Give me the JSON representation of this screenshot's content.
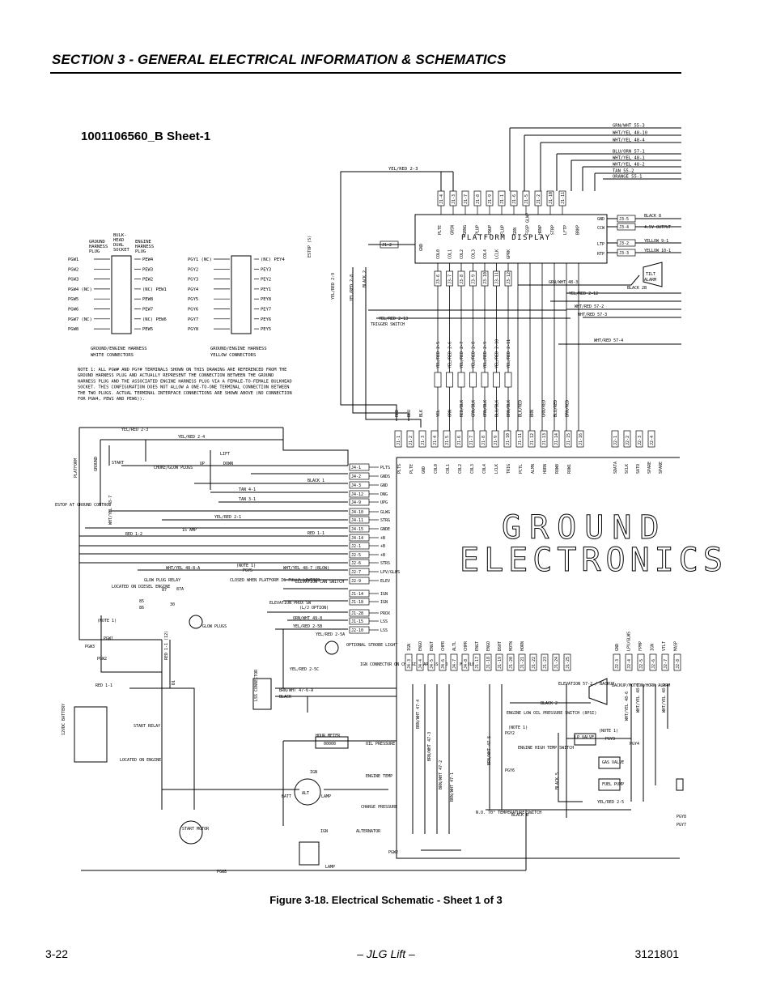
{
  "header": {
    "section_title": "SECTION 3 - GENERAL ELECTRICAL INFORMATION & SCHEMATICS"
  },
  "sheet_label": "1001106560_B Sheet-1",
  "caption": "Figure 3-18.  Electrical Schematic - Sheet 1 of 3",
  "footer": {
    "page_number": "3-22",
    "brand": "– JLG Lift –",
    "doc_number": "3121801"
  },
  "diagram": {
    "big_title_1": "GROUND",
    "big_title_2": "ELECTRONICS",
    "platform_display": "PLATFORM DISPLAY",
    "harness_white": {
      "head": [
        "GROUND",
        "BULK-",
        "ENGINE"
      ],
      "head2": [
        "HARNESS",
        "HEAD",
        "HARNESS"
      ],
      "head3": [
        "PLUG",
        "DUAL",
        "PLUG"
      ],
      "head4": "SOCKET",
      "left": [
        "PGW1",
        "PGW2",
        "PGW3",
        "PGW4 (NC)",
        "PGW5",
        "PGW6",
        "PGW7 (NC)",
        "PGW8"
      ],
      "right": [
        "PEW4",
        "PEW3",
        "PEW2",
        "(NC) PEW1",
        "PEW8",
        "PEW7",
        "(NC) PEW6",
        "PEW5"
      ],
      "caption1": "GROUND/ENGINE HARNESS",
      "caption2": "WHITE CONNECTORS"
    },
    "harness_yellow": {
      "left": [
        "PGY1 (NC)",
        "PGY2",
        "PGY3",
        "PGY4",
        "PGY5",
        "PGY6",
        "PGY7",
        "PGY8"
      ],
      "right": [
        "(NC) PEY4",
        "PEY3",
        "PEY2",
        "PEY1",
        "PEY8",
        "PEY7",
        "PEY6",
        "PEY5"
      ],
      "caption1": "GROUND/ENGINE HARNESS",
      "caption2": "YELLOW CONNECTORS"
    },
    "note_lines": [
      "NOTE 1: ALL PGW# AND PGY# TERMINALS SHOWN ON THIS DRAWING ARE REFERENCED FROM THE",
      "GROUND HARNESS PLUG AND ACTUALLY REPRESENT THE CONNECTION BETWEEN THE GROUND",
      "HARNESS PLUG AND THE ASSOCIATED ENGINE HARNESS PLUG VIA A FEMALE-TO-FEMALE BULKHEAD",
      "SOCKET. THIS CONFIGURATION DOES NOT ALLOW A ONE-TO-ONE TERMINAL CONNECTION BETWEEN",
      "THE TWO PLUGS. ACTUAL TERMINAL INTERFACE CONNECTIONS ARE SHOWN ABOVE (NO CONNECTION",
      "FOR PGW4, PEW1 AND PEW6))."
    ],
    "top_wires": [
      "GRN/WHT 55-3",
      "WHT/YEL 48-10",
      "WHT/YEL 48-4",
      "BLU/ORN 57-1",
      "WHT/YEL 48-1",
      "WHT/YEL 48-2",
      "TAN 55-2",
      "ORANGE 55-1"
    ],
    "top_conn": [
      "J1-4",
      "J1-3",
      "J1-7",
      "J1-8",
      "J1-9",
      "J1-1",
      "J1-6",
      "J1-5",
      "J1-2",
      "J1-10",
      "J1-11"
    ],
    "top_pins": [
      "PLTE",
      "GRSN",
      "GRNG",
      "PLUP",
      "PDUP",
      "FLUP",
      "GRN",
      "FGSP GLWP",
      "HRNP",
      "STRP",
      "LFTP",
      "BRKP"
    ],
    "right_pins": [
      "GND",
      "CCW",
      "LTP",
      "RTP"
    ],
    "right_conn": [
      "J3-5",
      "J3-4",
      "J3-2",
      "J3-3"
    ],
    "right_wires": [
      "BLACK 8",
      "4.5V OUTPUT",
      "YELLOW 9-1",
      "YELLOW 10-1"
    ],
    "col_pins": [
      "COL0",
      "COL1",
      "COL2",
      "COL3",
      "COL4",
      "LCLK",
      "GPRK"
    ],
    "col_conn": [
      "J3-6",
      "J3-7",
      "J3-8",
      "J3-9",
      "J3-10",
      "J3-11",
      "J3-12"
    ],
    "col_wires": [
      "YEL/RED 2-5",
      "YEL/RED 2-6",
      "YEL/RED 2-7",
      "YEL/RED 2-8",
      "YEL/RED 2-9",
      "YEL/RED 2-10",
      "YEL/RED 2-11"
    ],
    "mid_wires": [
      "GRN/WHT 48-3",
      "YEL/RED 2-12",
      "WHT/RED 57-2",
      "WHT/RED 57-3",
      "WHT/RED 57-4"
    ],
    "tilt_alarm": [
      "TILT",
      "ALARM"
    ],
    "black_2b": "BLACK 2B",
    "vertical_mid": [
      "RED",
      "BLU",
      "BLK",
      "YEL",
      "ORN",
      "RED/BLK",
      "GRN/BLK",
      "ORN/BLK",
      "BLU/BLK",
      "BRN/BLK",
      "BLK/RED",
      "BRN",
      "GRN/RED",
      "BLU/RED",
      "BRN/RED"
    ],
    "ge_conn_top": [
      "J1-1",
      "J1-2",
      "J1-3",
      "J1-4",
      "J1-5",
      "J1-6",
      "J1-7",
      "J1-8",
      "J1-9",
      "J1-10",
      "J1-11",
      "J1-12",
      "J1-13",
      "J1-14",
      "J1-15",
      "J1-16"
    ],
    "ge_pins_top": [
      "PLTS",
      "PLTE",
      "GND",
      "COL0",
      "COL1",
      "COL2",
      "COL3",
      "COL4",
      "LCLK",
      "TRIG",
      "PCTL",
      "ALMN",
      "HORN",
      "ROW0",
      "ROW1"
    ],
    "ge_right_conn": [
      "J2-1",
      "J2-2",
      "J2-3",
      "J2-4"
    ],
    "ge_right_pins": [
      "SDATA",
      "SCLK",
      "SATO",
      "SPARE",
      "SPARE"
    ],
    "left_conn": [
      "J4-1",
      "J4-2",
      "J4-3",
      "J4-12",
      "J4-9",
      "J4-10",
      "J4-11",
      "J4-15",
      "J4-14",
      "J2-1",
      "J2-5",
      "J2-6",
      "J2-7",
      "J2-9",
      "J1-14",
      "J1-18",
      "J1-28",
      "J1-15",
      "J2-10",
      "J2-8"
    ],
    "left_pins": [
      "PLTS",
      "GNDS",
      "GND",
      "DNG",
      "UPG",
      "GLWG",
      "STRG",
      "GNDE",
      "+B",
      "+B",
      "+B",
      "STRS",
      "LPV/GLWS",
      "ELEV",
      "IGN",
      "IGN",
      "PROX",
      "LSS",
      "LSS"
    ],
    "left_wires": [
      "YEL/RED 2-3",
      "YEL/RED 2-4",
      "BLACK 1",
      "TAN 4-1",
      "TAN 3-1",
      "YEL/RED 2-1",
      "RED 1-2",
      "15 AMP",
      "RED 1-1",
      "WHT/YEL 48-8-A",
      "WHT/YEL 48-7 (BLOW)",
      "YEL/RED 2-5B",
      "ORN/WHT 49-8",
      "BRN/WHT 47-6-A",
      "BLACK"
    ],
    "left_labels": [
      "PLATFORM",
      "GROUND",
      "START",
      "CHOKE/GLOW PLUGS",
      "LIFT",
      "UP",
      "DOWN",
      "ESTOP AT GROUND CONTROL",
      "WHT/YEL 48-7",
      "ESTOP (S)",
      "YEL/RED 2-9",
      "BLACK 2",
      "YEL/RED 2-8",
      "YEL/RED 2-13",
      "TRIGGER SWITCH"
    ],
    "engine_labels": [
      "LOCATED ON DIESEL ENGINE",
      "GLOW PLUG RELAY",
      "86",
      "87A",
      "87",
      "30",
      "85",
      "GLOW PLUGS",
      "RED 1-1 (12)",
      "(NOTE 1)",
      "PGW1",
      "PGW2",
      "PGW3",
      "RED 1-1",
      "D1",
      "12VDC BATTERY",
      "START RELAY",
      "LOCATED ON ENGINE",
      "START MOTOR",
      "ALT",
      "BATT",
      "IGN",
      "LAMP",
      "LSS CONNECTOR"
    ],
    "mid_labels": [
      "(NOTE 1)",
      "PGY5",
      "CLOSED WHEN PLATFORM IS FULLY LOWERED",
      "ELEVATION CAN SWITCH",
      "ELEVATION PROX SW",
      "(L/J OPTION)",
      "OPTIONAL STROBE LIGHT",
      "IGN CONNECTOR ON CHASSIS HARNESS: TO I/O MODULE",
      "YEL/RED 2-5C",
      "YEL/RED 2-5A",
      "HOUR METER",
      "00000",
      "OIL PRESSURE",
      "ENGINE TEMP",
      "CHARGE PRESSURE",
      "ALTERNATOR",
      "PGW2",
      "LAMP",
      "IGN",
      "PGW8"
    ],
    "bottom_conn": [
      "J4-3",
      "J4-4",
      "J4-5",
      "J4-6",
      "J4-7",
      "J4-8",
      "J1-17",
      "J1-18",
      "J1-19",
      "J1-20",
      "J1-21",
      "J1-22",
      "J1-23",
      "J1-24",
      "J1-25"
    ],
    "bottom_pins": [
      "IGN",
      "ENGO",
      "ENGT",
      "CHPR",
      "ALTL",
      "CHPR",
      "ENGT",
      "ENGO",
      "DSHT",
      "MOTN",
      "HORN"
    ],
    "bottom_conn_right": [
      "J2-3",
      "J2-4",
      "J2-5",
      "J2-6",
      "J2-7",
      "J2-8"
    ],
    "bottom_pins_right": [
      "GND",
      "LPV/GLWS",
      "FPMP",
      "IGN",
      "VTLT",
      "MASP"
    ],
    "bottom_wires": [
      "BRN/WHT 47-4",
      "BRN/WHT 47-3",
      "BRN/WHT 47-2",
      "BRN/WHT 47-1",
      "BRN/WHT 47-5",
      "WHT/YEL 48-6",
      "WHT/YEL 48-5",
      "WHT/YEL 48-9",
      "YEL/RED 2-5",
      "BLACK 2",
      "BLACK 8",
      "BLACK 5"
    ],
    "bottom_labels": [
      "ENGINE LOW OIL PRESSURE SWITCH (8PSI)",
      "(NOTE 1)",
      "PGY2",
      "ENGINE HIGH TEMP SWITCH",
      "PGY6",
      "N.O. 70° TEMPERATURE SWITCH",
      "ELEVATION 57-2 / BACKUP",
      "BACKUP/MOTION/HORN ALARM",
      "LP VALVE",
      "(NOTE 1)",
      "PGY3",
      "GAS VALVE",
      "FUEL PUMP",
      "PGY4",
      "PGY8",
      "PGY7"
    ]
  }
}
